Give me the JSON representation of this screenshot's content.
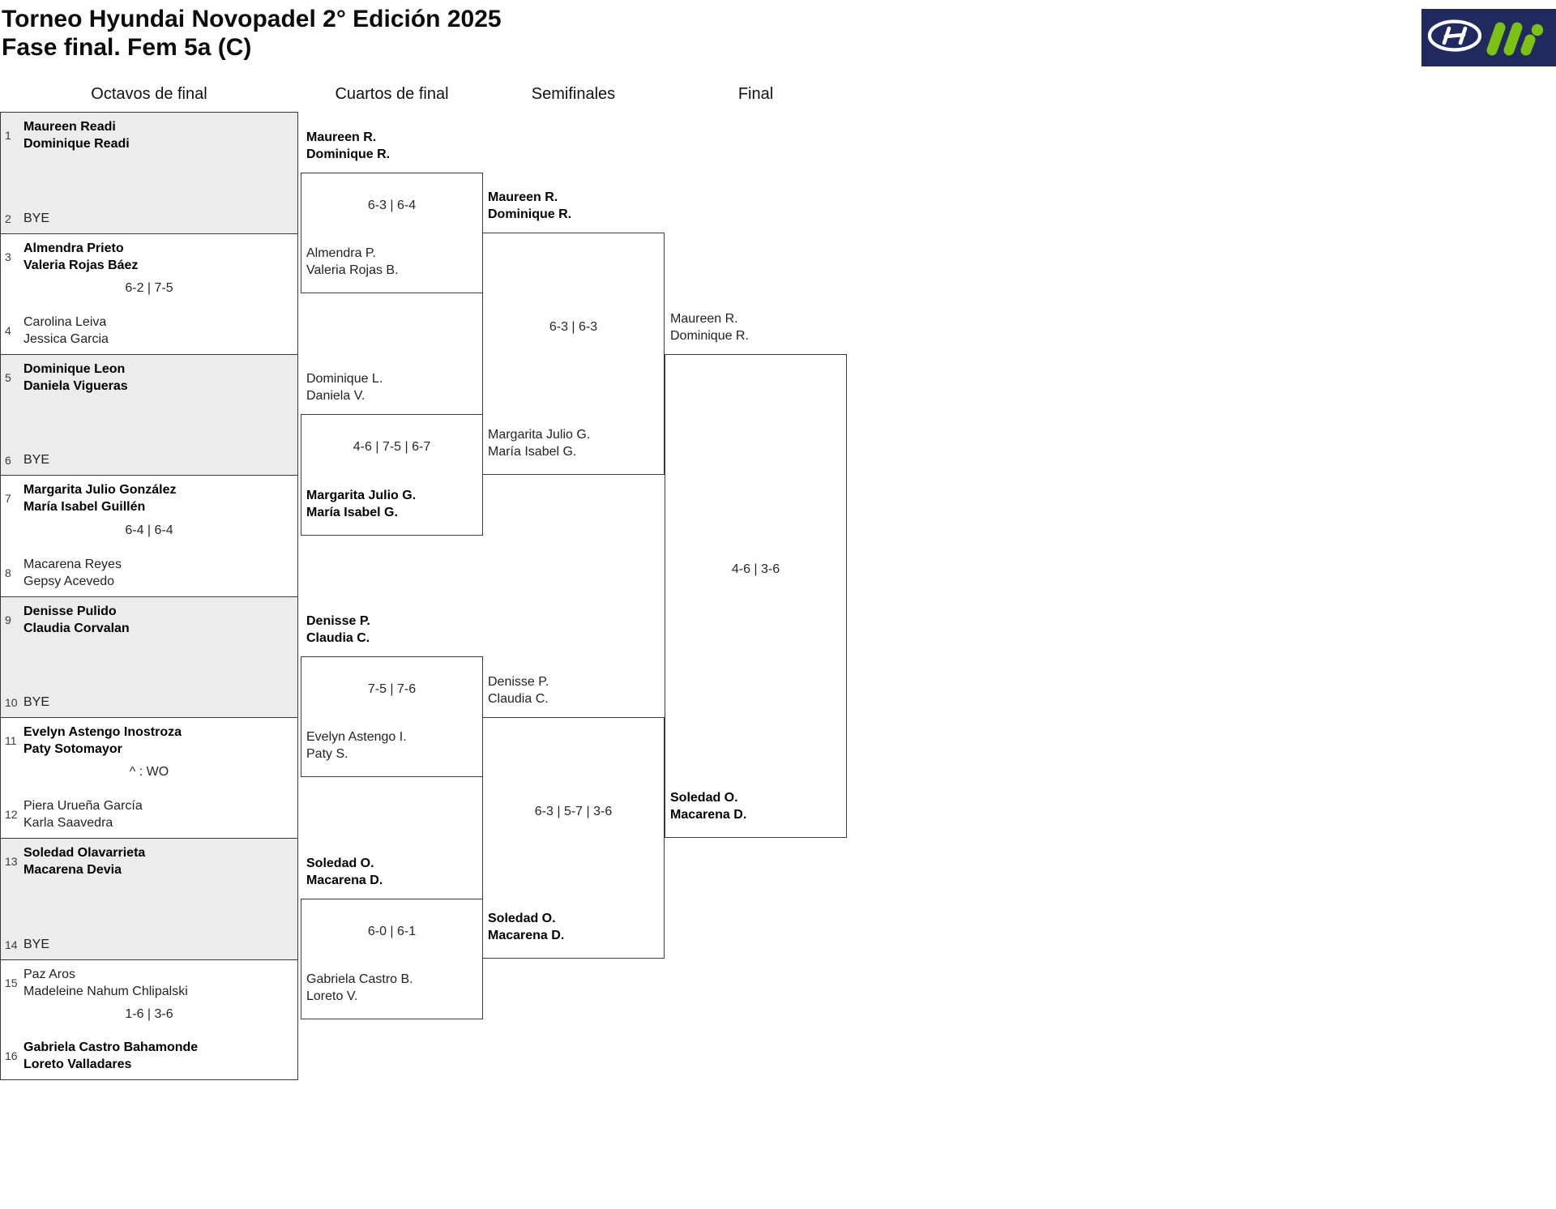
{
  "title": {
    "line1": "Torneo Hyundai Novopadel 2° Edición 2025",
    "line2": "Fase final. Fem 5a (C)"
  },
  "logo": {
    "icons": [
      "hyundai-icon",
      "m-dot-icon"
    ],
    "bg_color": "#202a5e",
    "green_color": "#7cc116",
    "white_color": "#ffffff"
  },
  "round_headers": [
    "Octavos de final",
    "Cuartos de final",
    "Semifinales",
    "Final"
  ],
  "octavos": [
    {
      "seed_a": "1",
      "team_a": "Maureen Readi\nDominique Readi",
      "seed_b": "2",
      "team_b": "BYE",
      "score": "",
      "winner": "a"
    },
    {
      "seed_a": "3",
      "team_a": "Almendra Prieto\nValeria Rojas Báez",
      "seed_b": "4",
      "team_b": "Carolina Leiva\nJessica Garcia",
      "score": "6-2 | 7-5",
      "winner": "a"
    },
    {
      "seed_a": "5",
      "team_a": "Dominique Leon\nDaniela Vigueras",
      "seed_b": "6",
      "team_b": "BYE",
      "score": "",
      "winner": "a"
    },
    {
      "seed_a": "7",
      "team_a": "Margarita Julio González\nMaría Isabel Guillén",
      "seed_b": "8",
      "team_b": "Macarena Reyes\nGepsy Acevedo",
      "score": "6-4 | 6-4",
      "winner": "a"
    },
    {
      "seed_a": "9",
      "team_a": "Denisse Pulido\nClaudia Corvalan",
      "seed_b": "10",
      "team_b": "BYE",
      "score": "",
      "winner": "a"
    },
    {
      "seed_a": "11",
      "team_a": "Evelyn Astengo Inostroza\nPaty Sotomayor",
      "seed_b": "12",
      "team_b": "Piera Urueña García\nKarla Saavedra",
      "score": "^ : WO",
      "winner": "a"
    },
    {
      "seed_a": "13",
      "team_a": "Soledad Olavarrieta\nMacarena Devia",
      "seed_b": "14",
      "team_b": "BYE",
      "score": "",
      "winner": "a"
    },
    {
      "seed_a": "15",
      "team_a": "Paz Aros\nMadeleine Nahum Chlipalski",
      "seed_b": "16",
      "team_b": "Gabriela Castro Bahamonde\nLoreto Valladares",
      "score": "1-6 | 3-6",
      "winner": "b"
    }
  ],
  "cuartos": [
    {
      "team_a": "Maureen R.\nDominique R.",
      "team_b": "Almendra P.\nValeria Rojas B.",
      "score": "6-3 | 6-4",
      "winner": "a"
    },
    {
      "team_a": "Dominique L.\nDaniela V.",
      "team_b": "Margarita Julio G.\nMaría Isabel G.",
      "score": "4-6 | 7-5 | 6-7",
      "winner": "b"
    },
    {
      "team_a": "Denisse P.\nClaudia C.",
      "team_b": "Evelyn Astengo I.\nPaty S.",
      "score": "7-5 | 7-6",
      "winner": "a"
    },
    {
      "team_a": "Soledad O.\nMacarena D.",
      "team_b": "Gabriela Castro B.\nLoreto V.",
      "score": "6-0 | 6-1",
      "winner": "a"
    }
  ],
  "semifinales": [
    {
      "team_a": "Maureen R.\nDominique R.",
      "team_b": "Margarita Julio G.\nMaría Isabel G.",
      "score": "6-3 | 6-3",
      "winner": "a"
    },
    {
      "team_a": "Denisse P.\nClaudia C.",
      "team_b": "Soledad O.\nMacarena D.",
      "score": "6-3 | 5-7 | 3-6",
      "winner": "b"
    }
  ],
  "final": {
    "team_a": "Maureen R.\nDominique R.",
    "team_b": "Soledad O.\nMacarena D.",
    "score": "4-6 | 3-6",
    "winner": "b"
  }
}
